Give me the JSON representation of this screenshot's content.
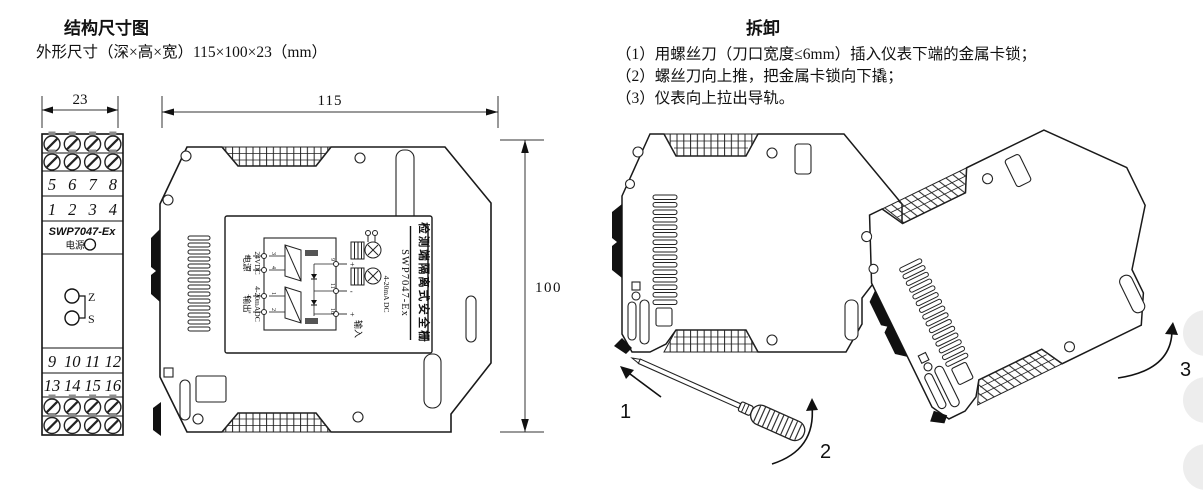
{
  "structure": {
    "title": "结构尺寸图",
    "subtitle": "外形尺寸（深×高×宽）115×100×23（mm）",
    "front_view": {
      "width_dim": "23",
      "rows": [
        [
          "5",
          "6",
          "7",
          "8"
        ],
        [
          "1",
          "2",
          "3",
          "4"
        ],
        [
          "9",
          "10",
          "11",
          "12"
        ],
        [
          "13",
          "14",
          "15",
          "16"
        ]
      ],
      "model": "SWP7047-Ex",
      "power_label": "电源",
      "led_labels": {
        "z": "Z",
        "s": "S"
      }
    },
    "side_view": {
      "depth_dim": "115",
      "height_dim": "100",
      "label": {
        "model": "SWP7047-Ex",
        "product_name": "检测端隔离式安全栅",
        "power_caption": "电源",
        "power_spec": "24VDC",
        "output_caption": "输出",
        "output_spec": "4-20mADC",
        "input_caption": "输入",
        "input_spec": "4-20mA DC",
        "left_terminals": [
          "3",
          "4",
          "1",
          "2"
        ],
        "left_polarity": [
          "+",
          "-",
          "+",
          "-"
        ],
        "right_terminals": [
          "9",
          "11",
          "10"
        ],
        "right_polarity": [
          "+",
          "-",
          "+"
        ]
      }
    }
  },
  "disassembly": {
    "title": "拆卸",
    "steps": [
      "（1）用螺丝刀（刀口宽度≤6mm）插入仪表下端的金属卡锁；",
      "（2）螺丝刀向上推，把金属卡锁向下撬；",
      "（3）仪表向上拉出导轨。"
    ],
    "markers": [
      "1",
      "2",
      "3"
    ]
  }
}
